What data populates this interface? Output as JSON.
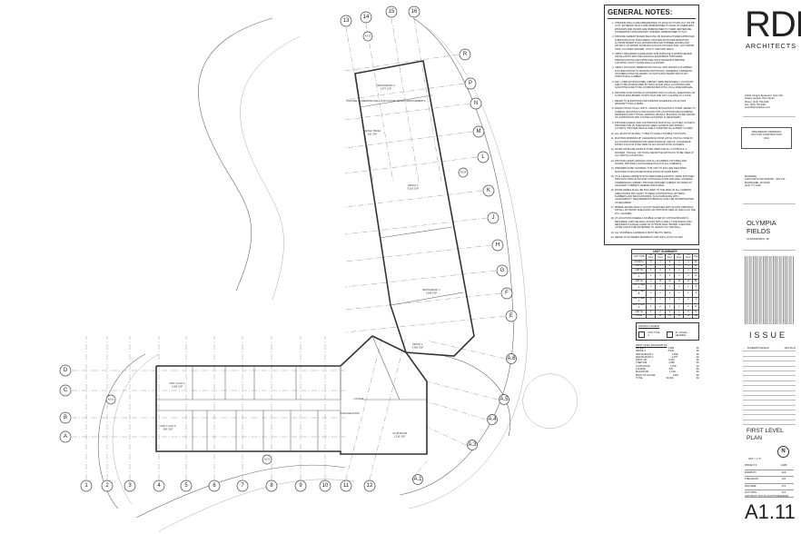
{
  "general_notes": {
    "title": "GENERAL NOTES:",
    "items": [
      "INTERIOR WALLS ARE DIMENSIONED TO FACE OF STUDS (1/2\" OR 5/8\" GYP). EXTERIOR WALLS ARE DIMENSIONED TO FACE OF SHEATHING. WINDOWS AND DOORS ARE DIMENSIONED TO THEIR CENTERLINE. STOREFRONT AND MASONRY OPENING DIMENSIONED TO M.O.",
      "PROVIDE CEMENT BOARD BACKING OR MANUFACTURER APPROVED SUBSTRATE FOR TILED AREAS. PROVIDE MOISTURE RESISTANT GYPSUM BOARD IN ALL BATHROOMS AND POWDER ROOMS AND WITHIN 6' OF WATER SOURCES SUCH AS KITCHEN SINK, HOT WATER TANK, CLOTHES WASHER, UTILITY AND MOP SINKS.",
      "VERIFY REQUIRED CLEARANCES FOR FURNACE & WATER HEATER INSTALLATION WITH MECHANICAL EQUIPMENT SUPPLIERS SPECIFICATIONS AND APPROVED SHOP DRAWINGS BEFORE LOCATING UTILITY ROOM WALLS & DOORS.",
      "VERIFY ROUGH-IN DIMENSIONS FOR ALL APPLIANCES & PLUMBING FIXTURES PRIOR TO FRAMING PARTITIONS, ORDERING CABINETRY OR FABRICATING MILLWORK. NO NOTCHING PERMITTED IN ANY STRUCTURAL LUMBER.",
      "FEC = FIRE EXTINGUISHER CABINET (SEMI-RECESSED). LOCATIONS ARE TO BE AS REQUIRED BY NFPA 10 AND FINAL LOCATIONS AND QUANTITIES ARE TO BE COORDINATED WITH LOCAL FIRE MARSHAL.",
      "PROVIDE 2X BLOCKING AT EXTERIOR WALLS FOR ALL SHEATHING OR GYPSUM WALLBOARD JOINTS THAT ARE NOT LOCATED AT A STUD.",
      "REFER TO ELEVATIONS AND WINDOW SCHEDULE (A6.01) FOR WINDOW TYPES & SIZES.",
      "RADON STACK IN ALL UNITS - RADON MITIGATION SYSTEM. REFER TO OVERALL BUILDING FLOOR PLANS FOR LOCATIONS AND PLUMBING DRAWINGS FOR TYPICAL VENTING DETAILS. BUILDING TO BE TESTED AT COMPLETION AND SYSTEM ACTIVATED IF NECESSARY.",
      "PROVIDE A SHELF AND CONTINUOUS ROD IN ALL CLOTHES CLOSETS. PROVIDE FIVE (5) SHELVES IN LINEN CLOSETS AND PANTRY CLOSETS. PROVIDE SINGLE SHELF OVER W/D IN LAUNDRY CLOSET.",
      "ALL WOOD STUD WALL TYPES TO HAVE A DOUBLE TOP PLATE.",
      "MAINTAIN MINIMUM 18\" CLEARANCE FROM LATCH ON PULL SIDE OF ALL DOORS INTENDED FOR USER PASSAGE, AND 12\" CLEARANCE FROM LATCH ON PUSH SIDE OF ALL DOORS WITH CLOSERS.",
      "LEVER OR BLADE HANDLE TO BE USED FOR ALL CONTROLS. A ROCKER, TOGGLE, OR TOUCH SENSITIVE SWITCH IS TO BE USED AT ALL SWITCH LOCATIONS.",
      "PROVIDE LEVER HANDLES FOR ALL PLUMBING FIXTURES AND DOORS. PROVIDE LOOP HANDLE PULLS AT ALL CABINETS.",
      "PREFABRICATED SHOWER / TUB UNIT TO INCLUDE REQUIRED BLOCKING FOR FUTURE INSTALLATION OF GRAB BARS.",
      "AT ALL BASE CABINETS WITH REMOVABLE FRONTS, WRAP EXPOSED PIPE WITH INSULATION AND CONTINUE FLOOR AND WALL FINISHES UNDERNEATH CABINET. PROVIDE FINISHED CABINET ON SIDES OF ADJACENT CABINETS WHERE APPLICABLE.",
      "ROOM NAMES SHALL BE INCLUDED TO THE SIDE OF ALL COMMON AREA DOORS WITH EASY TO READ CONTRASTING LETTERS / NUMBERS AND BACKGROUNDS, IN ACCORDANCE WITH ACCESSIBILITY REQUIREMENTS BRAILLE SHALL BE INCORPORATED AS REQUIRED.",
      "WHERE SHOWN WALLS OCCUR TOGETHER WITH FLOOR OPENINGS, INSTALL PLYWOOD SHEATHING ON OPPOSITE SIDE OF WALLS AS THE W.C. CHANNEL.",
      "AT LOCATIONS WHERE A DOUBLE LAYER OF GYPSUM BOARD IS REQUIRED, AND THE WALL ALIGNS WITH A WALL TYPE WHICH ONLY REQUIRES A SINGLE LAYER OF GYPSUM WALL BOARD, A SECOND LAYER SHOULD BE EXTENDED TO LENGTH OF THE WALL.",
      "ALL STAIRWELL HANDRAILS MUST BE PTC METAL.",
      "REFER TO A5 SERIES DRAWINGS FOR UNIT LAYOUT PLANS."
    ]
  },
  "unit_summary": {
    "title": "UNIT SUMMARY",
    "columns": [
      "UNIT TYPE",
      "1st Floor",
      "2nd Floor",
      "3rd Floor",
      "4th Floor",
      "5th Floor",
      "Total"
    ],
    "rows": [
      [
        "STUDIO A",
        "0",
        "4",
        "4",
        "4",
        "4",
        "16"
      ],
      [
        "UNIT 1A",
        "0",
        "3",
        "3",
        "3",
        "3",
        "12"
      ],
      [
        "UNIT 1B",
        "0",
        "3",
        "3",
        "3",
        "3",
        "12"
      ],
      [
        "UNIT 1 FLAT A",
        "4",
        "3",
        "3",
        "3",
        "3",
        "16"
      ],
      [
        "UNIT 2A",
        "0",
        "10",
        "10",
        "10",
        "10",
        "40"
      ],
      [
        "UNIT 2 GEN A",
        "0",
        "2",
        "2",
        "2",
        "2",
        "8"
      ],
      [
        "UNIT 2 GEN B",
        "0",
        "1",
        "1",
        "1",
        "1",
        "4"
      ],
      [
        "UNIT 2 GEN C",
        "0",
        "1",
        "1",
        "1",
        "1",
        "4"
      ],
      [
        "UNIT 2 FLAT A",
        "4",
        "2",
        "2",
        "2",
        "2",
        "12"
      ],
      [
        "UNIT 3A",
        "0",
        "2",
        "2",
        "2",
        "2",
        "8"
      ]
    ],
    "total": [
      "TOTAL",
      "8",
      "31",
      "31",
      "31",
      "31",
      "132"
    ]
  },
  "graphic_legend": {
    "title": "GRAPHIC LEGEND",
    "items": [
      "UNIT TYPE A",
      "ID. VISUAL / HEARING"
    ]
  },
  "program": {
    "title": "FIRST LEVEL PROGRAM SF",
    "rows": [
      [
        "RETAIL 1",
        "4,380",
        "SF"
      ],
      [
        "RETAIL 2",
        "8,320",
        "SF"
      ],
      [
        "RESTAURANT 1",
        "2,598",
        "SF"
      ],
      [
        "RESTAURANT 2",
        "2,877",
        "SF"
      ],
      [
        "FIRST AID",
        "5,301",
        "SF"
      ],
      [
        "1 BED A/B",
        "1,686",
        "SF"
      ],
      [
        "CLUB ROOM",
        "1,518",
        "SF"
      ],
      [
        "LOUNGE",
        "402",
        "SF"
      ],
      [
        "MAILROOM",
        "1,218",
        "SF"
      ],
      [
        "BACK OF HOUSE",
        "1,967",
        "SF"
      ]
    ],
    "total": [
      "TOTAL",
      "30,304",
      "SF"
    ]
  },
  "title_block": {
    "logo": "RDL",
    "logo_sub": "ARCHITECTS",
    "address": [
      "16102 Chagrin Boulevard, Suite 200",
      "Shaker Heights, Ohio 44120",
      "Phone: (216) 752-4300",
      "Fax: (216) 752-4301",
      "www.RDLarchitects.com"
    ],
    "stamp": [
      "PRELIMINARY DRAWINGS",
      "NOT FOR CONSTRUCTION",
      "2021"
    ],
    "owner": [
      "MANDARE",
      "1200 NORTH MAYFAIR RD., STE 310",
      "MILWAUKEE, WI 53226",
      "(414) 777-1200"
    ],
    "project_name": [
      "OLYMPIA",
      "FIELDS"
    ],
    "project_location": "OCONOMOWOC, WI",
    "issue_heading": "ISSUE",
    "issues": [
      [
        "SCHEMATIC DESIGN",
        "2021-05-10"
      ]
    ],
    "sheet_title": [
      "FIRST LEVEL",
      "PLAN"
    ],
    "scale": "3/64\" = 1'-0\"",
    "info": [
      [
        "PROJECT #",
        "21088"
      ],
      [
        "DRAWN BY",
        "SAD"
      ],
      [
        "CHECKED BY",
        "SAK"
      ],
      [
        "FILE NAME",
        "XXX"
      ],
      [
        "PLOT DATE",
        "XXX"
      ]
    ],
    "copyright": "COPYRIGHT 2017 ALL RIGHTS RESERVED",
    "sheet_number": "A1.11"
  },
  "plan": {
    "grid_numbers": [
      "1",
      "2",
      "3",
      "4",
      "5",
      "6",
      "7",
      "8",
      "9",
      "10",
      "11",
      "12",
      "13",
      "14",
      "15",
      "16"
    ],
    "grid_letters_right": [
      "R",
      "P",
      "N",
      "M",
      "L",
      "K",
      "J",
      "H",
      "G",
      "F",
      "E"
    ],
    "grid_letters_left": [
      "D",
      "C",
      "B",
      "A"
    ],
    "grid_a_series": [
      "A.6",
      "A.5",
      "A.4",
      "A.3",
      "A.1"
    ],
    "rooms": [
      [
        "RESTAURANT 2",
        "2,877 GSF"
      ],
      [
        "PROVIDE 4X DEMISING WALL FOR FUTURE TENANT IMPROVEMENTS",
        ""
      ],
      [
        "RETAIL TRASH",
        "160 GSF"
      ],
      [
        "RETAIL 2",
        "8,320 GSF"
      ],
      [
        "RESTAURANT 1",
        "2,598 GSF"
      ],
      [
        "RETAIL 1",
        "4,380 GSF"
      ],
      [
        "CLUB ROOM",
        "1,518 GSF"
      ],
      [
        "LOUNGE",
        ""
      ],
      [
        "PACKAGE ROOM",
        ""
      ],
      [
        "UNIT 2 FLAT A",
        "1,069 GSF"
      ],
      [
        "UNIT 1 FLAT A",
        "686 GSF"
      ]
    ],
    "section_tags": [
      "A3.01",
      "A3.02",
      "A3.03",
      "A3.04"
    ]
  }
}
